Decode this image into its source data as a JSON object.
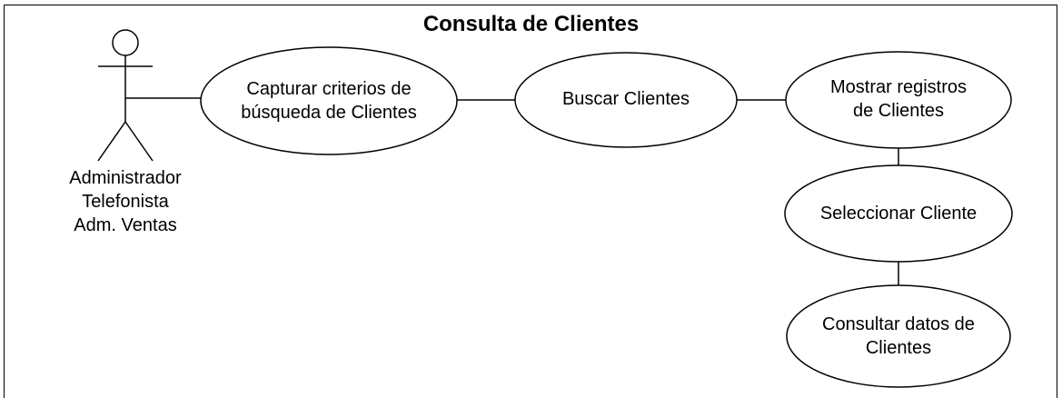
{
  "diagram": {
    "title": "Consulta de Clientes",
    "actor": {
      "lines": [
        "Administrador",
        "Telefonista",
        "Adm. Ventas"
      ]
    },
    "use_cases": [
      {
        "id": "capturar",
        "lines": [
          "Capturar criterios de",
          "búsqueda de Clientes"
        ]
      },
      {
        "id": "buscar",
        "lines": [
          "Buscar Clientes"
        ]
      },
      {
        "id": "mostrar",
        "lines": [
          "Mostrar registros",
          "de Clientes"
        ]
      },
      {
        "id": "seleccionar",
        "lines": [
          "Seleccionar Cliente"
        ]
      },
      {
        "id": "consultar",
        "lines": [
          "Consultar datos de",
          "Clientes"
        ]
      }
    ],
    "associations": [
      {
        "from": "actor",
        "to": "capturar"
      },
      {
        "from": "capturar",
        "to": "buscar"
      },
      {
        "from": "buscar",
        "to": "mostrar"
      },
      {
        "from": "mostrar",
        "to": "seleccionar"
      },
      {
        "from": "seleccionar",
        "to": "consultar"
      }
    ]
  }
}
